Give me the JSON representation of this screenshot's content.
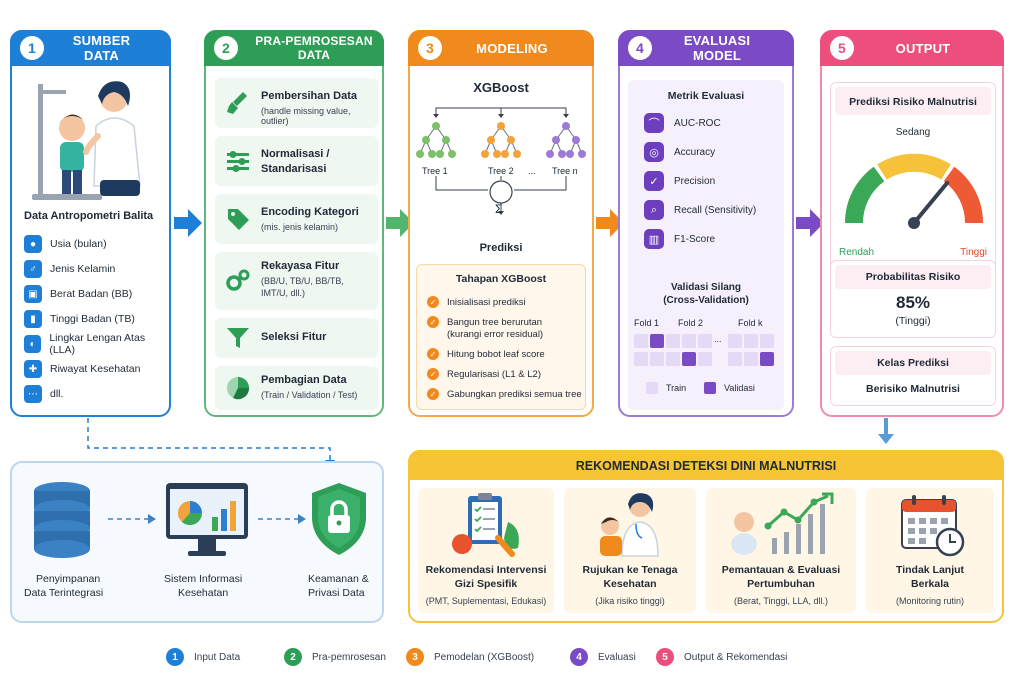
{
  "panels": {
    "p1": {
      "num": "1",
      "title": "SUMBER DATA",
      "heading": "Data Antropometri Balita",
      "items": [
        "Usia (bulan)",
        "Jenis Kelamin",
        "Berat Badan (BB)",
        "Tinggi Badan (TB)",
        "Lingkar Lengan Atas (LLA)",
        "Riwayat Kesehatan",
        "dll."
      ]
    },
    "p2": {
      "num": "2",
      "title": "PRA-PEMROSESAN DATA",
      "cards": [
        {
          "title": "Pembersihan Data",
          "sub": "(handle missing value, outlier)"
        },
        {
          "title": "Normalisasi /",
          "title2": "Standarisasi"
        },
        {
          "title": "Encoding Kategori",
          "sub": "(mis. jenis kelamin)"
        },
        {
          "title": "Rekayasa Fitur",
          "sub": "(BB/U, TB/U, BB/TB,",
          "sub2": "IMT/U, dll.)"
        },
        {
          "title": "Seleksi Fitur"
        },
        {
          "title": "Pembagian Data",
          "sub": "(Train / Validation / Test)"
        }
      ]
    },
    "p3": {
      "num": "3",
      "title": "MODELING",
      "model": "XGBoost",
      "trees": [
        "Tree 1",
        "Tree 2",
        "...",
        "Tree n"
      ],
      "sigma": "Σ",
      "output": "Prediksi",
      "steps_title": "Tahapan XGBoost",
      "steps": [
        "Inisialisasi prediksi",
        "Bangun tree berurutan",
        "(kurangi error residual)",
        "Hitung bobot leaf score",
        "Regularisasi (L1 & L2)",
        "Gabungkan prediksi semua tree"
      ]
    },
    "p4": {
      "num": "4",
      "title": "EVALUASI MODEL",
      "metrics_title": "Metrik Evaluasi",
      "metrics": [
        "AUC-ROC",
        "Accuracy",
        "Precision",
        "Recall (Sensitivity)",
        "F1-Score"
      ],
      "cv_title": "Validasi Silang",
      "cv_sub": "(Cross-Validation)",
      "folds": [
        "Fold 1",
        "Fold 2",
        "...",
        "Fold k"
      ],
      "legend_train": "Train",
      "legend_val": "Validasi"
    },
    "p5": {
      "num": "5",
      "title": "OUTPUT",
      "pred_title": "Prediksi Risiko Malnutrisi",
      "gauge_low": "Rendah",
      "gauge_mid": "Sedang",
      "gauge_high": "Tinggi",
      "gauge_level": 0.72,
      "prob_title": "Probabilitas Risiko",
      "prob_value": "85%",
      "prob_label": "(Tinggi)",
      "class_title": "Kelas Prediksi",
      "class_value": "Berisiko Malnutrisi"
    }
  },
  "infra": {
    "storage": [
      "Penyimpanan",
      "Data Terintegrasi"
    ],
    "system": [
      "Sistem Informasi",
      "Kesehatan"
    ],
    "security": [
      "Keamanan &",
      "Privasi Data"
    ]
  },
  "recommendation": {
    "title": "REKOMENDASI DETEKSI DINI MALNUTRISI",
    "cards": [
      {
        "t1": "Rekomendasi Intervensi",
        "t2": "Gizi Spesifik",
        "sub": "(PMT, Suplementasi, Edukasi)"
      },
      {
        "t1": "Rujukan ke Tenaga",
        "t2": "Kesehatan",
        "sub": "(Jika risiko tinggi)"
      },
      {
        "t1": "Pemantauan & Evaluasi",
        "t2": "Pertumbuhan",
        "sub": "(Berat, Tinggi, LLA, dll.)"
      },
      {
        "t1": "Tindak Lanjut",
        "t2": "Berkala",
        "sub": "(Monitoring rutin)"
      }
    ]
  },
  "legend": [
    {
      "num": "1",
      "label": "Input Data",
      "color": "#1e7fd6"
    },
    {
      "num": "2",
      "label": "Pra-pemrosesan",
      "color": "#2e9e57"
    },
    {
      "num": "3",
      "label": "Pemodelan (XGBoost)",
      "color": "#f08a1c"
    },
    {
      "num": "4",
      "label": "Evaluasi",
      "color": "#7a4bc4"
    },
    {
      "num": "5",
      "label": "Output & Rekomendasi",
      "color": "#ec4f7e"
    }
  ]
}
